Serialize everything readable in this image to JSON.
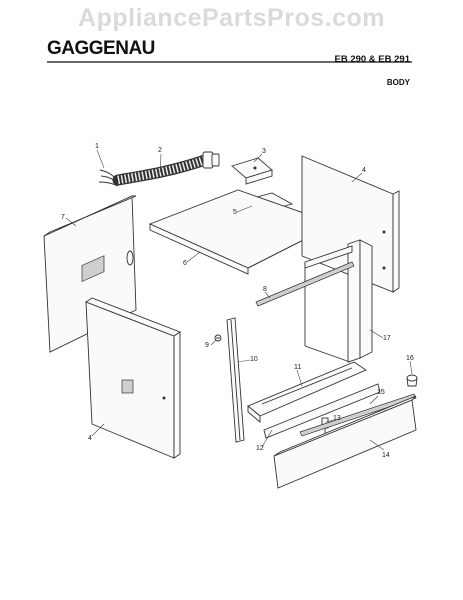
{
  "watermark": "AppliancePartsPros.com",
  "brand": "GAGGENAU",
  "model": "EB 290 & EB 291",
  "section": "BODY",
  "callouts": [
    "1",
    "2",
    "3",
    "4",
    "5",
    "6",
    "7",
    "8",
    "9",
    "10",
    "11",
    "12",
    "13",
    "14",
    "15",
    "16",
    "17",
    "4"
  ]
}
